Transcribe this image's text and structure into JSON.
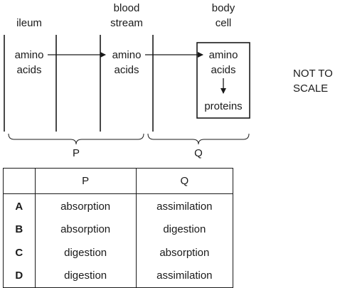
{
  "diagram": {
    "ileum_label": "ileum",
    "blood_stream_label_line1": "blood",
    "blood_stream_label_line2": "stream",
    "body_cell_label_line1": "body",
    "body_cell_label_line2": "cell",
    "amino_acids_line1": "amino",
    "amino_acids_line2": "acids",
    "proteins_label": "proteins",
    "process_p_label": "P",
    "process_q_label": "Q",
    "scale_note_line1": "NOT TO",
    "scale_note_line2": "SCALE"
  },
  "table": {
    "header": [
      "",
      "P",
      "Q"
    ],
    "rows": [
      {
        "letter": "A",
        "p": "absorption",
        "q": "assimilation"
      },
      {
        "letter": "B",
        "p": "absorption",
        "q": "digestion"
      },
      {
        "letter": "C",
        "p": "digestion",
        "q": "absorption"
      },
      {
        "letter": "D",
        "p": "digestion",
        "q": "assimilation"
      }
    ]
  }
}
